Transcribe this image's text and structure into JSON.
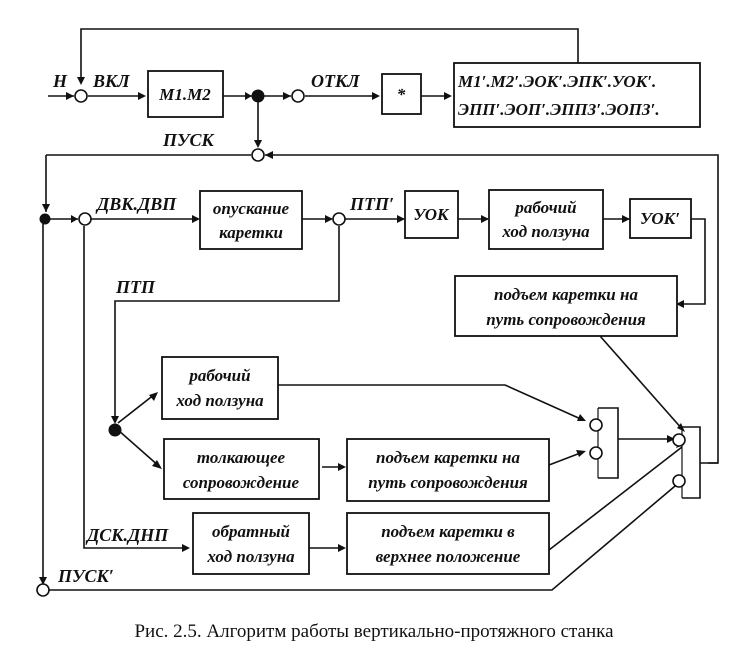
{
  "figure": {
    "caption": "Рис. 2.5. Алгоритм работы вертикально-протяжного станка"
  },
  "signals": {
    "h": "Н",
    "vkl": "ВКЛ",
    "otkl": "ОТКЛ",
    "pusk": "ПУСК",
    "dvk_dvp": "ДВК.ДВП",
    "ptp_prime": "ПТП′",
    "ptp": "ПТП",
    "dsk_dnp": "ДСК.ДНП",
    "pusk_prime": "ПУСК′"
  },
  "blocks": {
    "m1m2": [
      "М1.М2"
    ],
    "star": [
      "*"
    ],
    "reset_outputs": [
      "М1′.М2′.ЭОК′.ЭПК′.УОК′.",
      "ЭПП′.ЭОП′.ЭППЗ′.ЭОПЗ′."
    ],
    "lower_carriage": [
      "опускание",
      "каретки"
    ],
    "uok": [
      "УОК"
    ],
    "working_stroke_1": [
      "рабочий",
      "ход ползуна"
    ],
    "uok_prime": [
      "УОК′"
    ],
    "raise_to_follow_1": [
      "подъем каретки на",
      "путь сопровождения"
    ],
    "working_stroke_2": [
      "рабочий",
      "ход ползуна"
    ],
    "pushing_follow": [
      "толкающее",
      "сопровождение"
    ],
    "raise_to_follow_2": [
      "подъем каретки на",
      "путь сопровождения"
    ],
    "return_stroke": [
      "обратный",
      "ход ползуна"
    ],
    "raise_to_top": [
      "подъем каретки в",
      "верхнее положение"
    ]
  },
  "colors": {
    "ink": "#111111",
    "paper": "#ffffff"
  }
}
